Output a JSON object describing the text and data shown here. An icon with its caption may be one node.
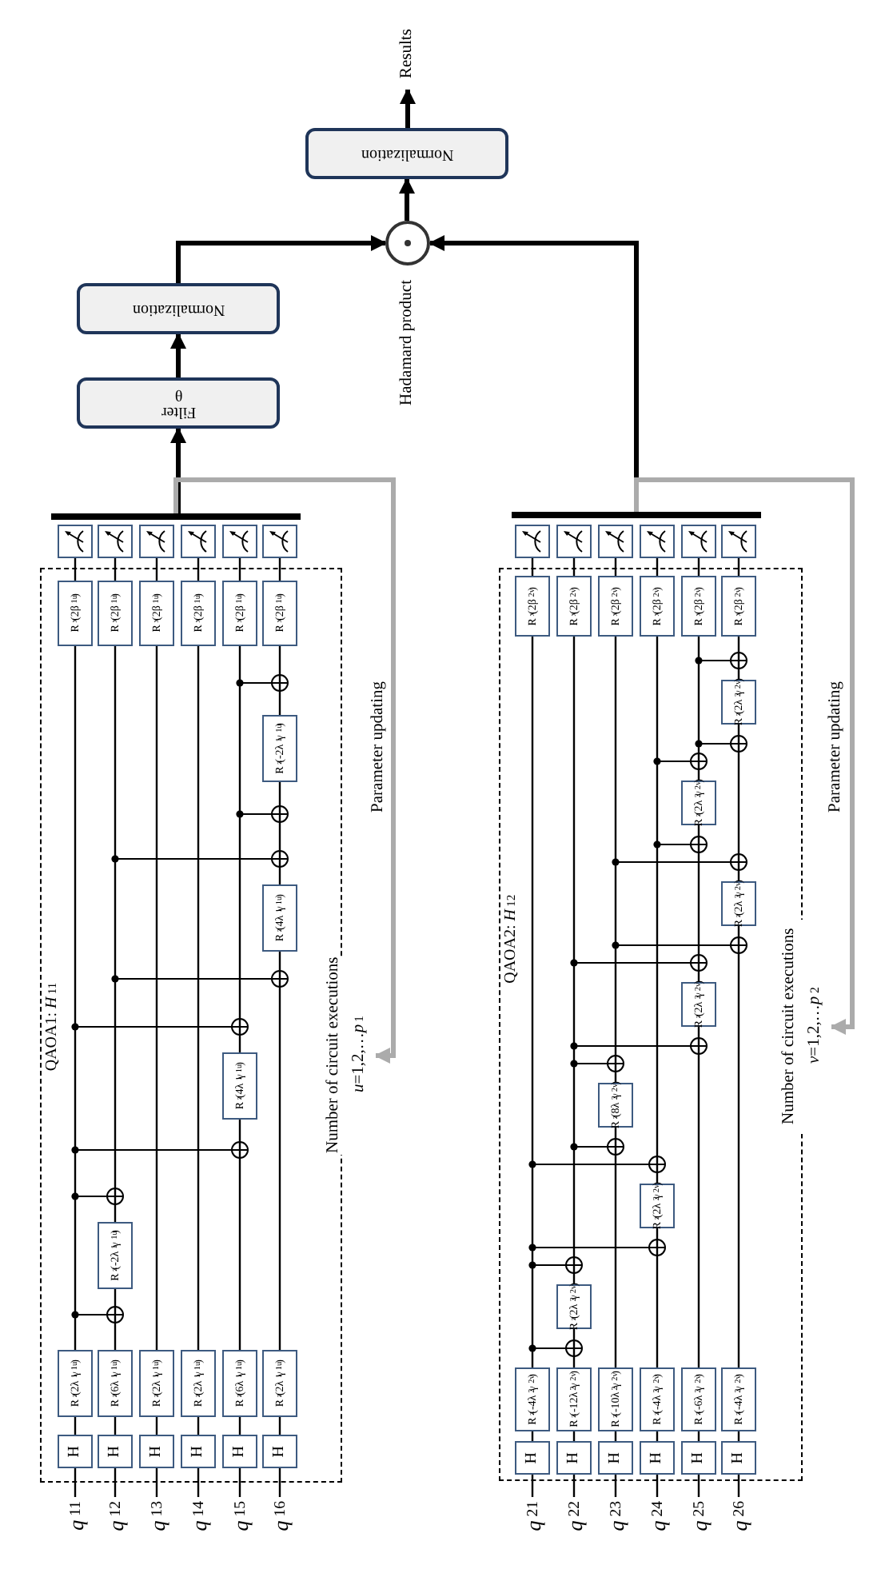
{
  "diagram": {
    "nodes": [
      {
        "text": [
          "QAOA1: *H*$_{11}$"
        ]
      },
      {
        "text": [
          "H"
        ],
        "in": 0
      },
      {
        "text": [
          "H"
        ],
        "in": 0
      },
      {
        "text": [
          "H"
        ],
        "in": 0
      },
      {
        "text": [
          "H"
        ],
        "in": 0
      },
      {
        "text": [
          "H"
        ],
        "in": 0
      },
      {
        "text": [
          "H"
        ],
        "in": 0
      },
      {
        "text": [
          "R$_{z}$(2λ$_{1}$γ$_{1u}$)"
        ],
        "in": 0
      },
      {
        "text": [
          "R$_{z}$(6λ$_{1}$γ$_{1u}$)"
        ],
        "in": 0
      },
      {
        "text": [
          "R$_{z}$(2λ$_{1}$γ$_{1u}$)"
        ],
        "in": 0
      },
      {
        "text": [
          "R$_{z}$(2λ$_{1}$γ$_{1u}$)"
        ],
        "in": 0
      },
      {
        "text": [
          "R$_{z}$(6λ$_{1}$γ$_{1u}$)"
        ],
        "in": 0
      },
      {
        "text": [
          "R$_{z}$(2λ$_{1}$γ$_{1u}$)"
        ],
        "in": 0
      },
      {
        "text": [
          "R$_{z}$(-2λ$_{1}$γ$_{1u}$)"
        ],
        "in": 0
      },
      {
        "text": [
          "R$_{z}$(4λ$_{1}$γ$_{1u}$)"
        ],
        "in": 0
      },
      {
        "text": [
          "R$_{z}$(4λ$_{1}$γ$_{1u}$)"
        ],
        "in": 0
      },
      {
        "text": [
          "R$_{z}$(-2λ$_{1}$γ$_{1u}$)"
        ],
        "in": 0
      },
      {
        "text": [
          "R$_{x}$(2β$_{1u}$)"
        ],
        "in": 0
      },
      {
        "text": [
          "R$_{x}$(2β$_{1u}$)"
        ],
        "in": 0
      },
      {
        "text": [
          "R$_{x}$(2β$_{1u}$)"
        ],
        "in": 0
      },
      {
        "text": [
          "R$_{x}$(2β$_{1u}$)"
        ],
        "in": 0
      },
      {
        "text": [
          "R$_{x}$(2β$_{1u}$)"
        ],
        "in": 0
      },
      {
        "text": [
          "R$_{x}$(2β$_{1u}$)"
        ],
        "in": 0
      },
      {
        "text": [],
        "shape": "box"
      },
      {
        "text": [],
        "shape": "box"
      },
      {
        "text": [],
        "shape": "box"
      },
      {
        "text": [],
        "shape": "box"
      },
      {
        "text": [],
        "shape": "box"
      },
      {
        "text": [],
        "shape": "box"
      },
      {
        "text": [],
        "shape": "bar"
      },
      {
        "text": [
          "Number of circuit executions",
          "*u*=1,2,…*p*$_{1}$"
        ]
      },
      {
        "text": [
          "QAOA2: *H*$_{12}$"
        ]
      },
      {
        "text": [
          "H"
        ],
        "in": 31
      },
      {
        "text": [
          "H"
        ],
        "in": 31
      },
      {
        "text": [
          "H"
        ],
        "in": 31
      },
      {
        "text": [
          "H"
        ],
        "in": 31
      },
      {
        "text": [
          "H"
        ],
        "in": 31
      },
      {
        "text": [
          "H"
        ],
        "in": 31
      },
      {
        "text": [
          "R$_{z}$(-4λ$_{2}$γ$_{2v}$)"
        ],
        "in": 31
      },
      {
        "text": [
          "R$_{z}$(-12λ$_{2}$γ$_{2v}$)"
        ],
        "in": 31
      },
      {
        "text": [
          "R$_{z}$(-10λ$_{2}$γ$_{2v}$)"
        ],
        "in": 31
      },
      {
        "text": [
          "R$_{z}$(-4λ$_{2}$γ$_{2v}$)"
        ],
        "in": 31
      },
      {
        "text": [
          "R$_{z}$(-6λ$_{2}$γ$_{2v}$)"
        ],
        "in": 31
      },
      {
        "text": [
          "R$_{z}$(-4λ$_{2}$γ$_{2v}$)"
        ],
        "in": 31
      },
      {
        "text": [
          "R$_{z}$(2λ$_{2}$γ$_{2v}$)"
        ],
        "in": 31
      },
      {
        "text": [
          "R$_{z}$(2λ$_{2}$γ$_{2v}$)"
        ],
        "in": 31
      },
      {
        "text": [
          "R$_{z}$(8λ$_{2}$γ$_{2v}$)"
        ],
        "in": 31
      },
      {
        "text": [
          "R$_{z}$(2λ$_{2}$γ$_{2v}$)"
        ],
        "in": 31
      },
      {
        "text": [
          "R$_{z}$(2λ$_{2}$γ$_{2v}$)"
        ],
        "in": 31
      },
      {
        "text": [
          "R$_{z}$(2λ$_{2}$γ$_{2v}$)"
        ],
        "in": 31
      },
      {
        "text": [
          "R$_{z}$(2λ$_{2}$γ$_{2v}$)"
        ],
        "in": 31
      },
      {
        "text": [
          "R$_{x}$(2β$_{2v}$)"
        ],
        "in": 31
      },
      {
        "text": [
          "R$_{x}$(2β$_{2v}$)"
        ],
        "in": 31
      },
      {
        "text": [
          "R$_{x}$(2β$_{2v}$)"
        ],
        "in": 31
      },
      {
        "text": [
          "R$_{x}$(2β$_{2v}$)"
        ],
        "in": 31
      },
      {
        "text": [
          "R$_{x}$(2β$_{2v}$)"
        ],
        "in": 31
      },
      {
        "text": [
          "R$_{x}$(2β$_{2v}$)"
        ],
        "in": 31
      },
      {
        "text": [],
        "shape": "box"
      },
      {
        "text": [],
        "shape": "box"
      },
      {
        "text": [],
        "shape": "box"
      },
      {
        "text": [],
        "shape": "box"
      },
      {
        "text": [],
        "shape": "box"
      },
      {
        "text": [],
        "shape": "box"
      },
      {
        "text": [],
        "shape": "bar"
      },
      {
        "text": [
          "Number of circuit executions",
          "*v*=1,2,…*p*$_{2}$"
        ]
      },
      {
        "text": [
          "Filter",
          "θ"
        ]
      },
      {
        "text": [
          "Normalization"
        ]
      },
      {
        "text": [],
        "shape": "circle",
        "beside": [
          "Hadamard product"
        ]
      },
      {
        "text": [
          "Normalization"
        ]
      },
      {
        "text": [
          "Results"
        ]
      },
      {
        "text": [
          "*q*$_{11}$"
        ]
      },
      {
        "text": [
          "*q*$_{12}$"
        ]
      },
      {
        "text": [
          "*q*$_{13}$"
        ]
      },
      {
        "text": [
          "*q*$_{14}$"
        ]
      },
      {
        "text": [
          "*q*$_{15}$"
        ]
      },
      {
        "text": [
          "*q*$_{16}$"
        ]
      },
      {
        "text": [
          "*q*$_{21}$"
        ]
      },
      {
        "text": [
          "*q*$_{22}$"
        ]
      },
      {
        "text": [
          "*q*$_{23}$"
        ]
      },
      {
        "text": [
          "*q*$_{24}$"
        ]
      },
      {
        "text": [
          "*q*$_{25}$"
        ]
      },
      {
        "text": [
          "*q*$_{26}$"
        ]
      }
    ],
    "edges": [
      {
        "from": 29,
        "to": 65,
        "arrow": "to",
        "style": "thick"
      },
      {
        "from": 29,
        "to": 30,
        "arrow": "to",
        "style": "thick",
        "color": "#ababab"
      },
      {
        "from": 63,
        "to": 67,
        "arrow": "to",
        "style": "thick"
      },
      {
        "from": 63,
        "to": 64,
        "arrow": "to",
        "style": "thick",
        "color": "#ababab"
      },
      {
        "from": 65,
        "to": 66,
        "arrow": "to",
        "style": "thick"
      },
      {
        "from": 66,
        "to": 67,
        "arrow": "to",
        "style": "thick"
      },
      {
        "from": 67,
        "to": 68,
        "arrow": "to",
        "style": "thick"
      },
      {
        "from": 68,
        "to": 69,
        "arrow": "to",
        "style": "thick"
      },
      {
        "from": 70,
        "to": 1,
        "arrow": "none"
      },
      {
        "from": 1,
        "to": 7,
        "arrow": "none"
      },
      {
        "from": 7,
        "to": 17,
        "arrow": "none"
      },
      {
        "from": 17,
        "to": 23,
        "arrow": "none"
      },
      {
        "from": 71,
        "to": 2,
        "arrow": "none"
      },
      {
        "from": 2,
        "to": 8,
        "arrow": "none"
      },
      {
        "from": 8,
        "to": 13,
        "arrow": "none"
      },
      {
        "from": 13,
        "to": 18,
        "arrow": "none"
      },
      {
        "from": 18,
        "to": 24,
        "arrow": "none"
      },
      {
        "from": 72,
        "to": 3,
        "arrow": "none"
      },
      {
        "from": 3,
        "to": 9,
        "arrow": "none"
      },
      {
        "from": 9,
        "to": 19,
        "arrow": "none"
      },
      {
        "from": 19,
        "to": 25,
        "arrow": "none"
      },
      {
        "from": 73,
        "to": 4,
        "arrow": "none"
      },
      {
        "from": 4,
        "to": 10,
        "arrow": "none"
      },
      {
        "from": 10,
        "to": 20,
        "arrow": "none"
      },
      {
        "from": 20,
        "to": 26,
        "arrow": "none"
      },
      {
        "from": 74,
        "to": 5,
        "arrow": "none"
      },
      {
        "from": 5,
        "to": 11,
        "arrow": "none"
      },
      {
        "from": 11,
        "to": 14,
        "arrow": "none"
      },
      {
        "from": 14,
        "to": 21,
        "arrow": "none"
      },
      {
        "from": 21,
        "to": 27,
        "arrow": "none"
      },
      {
        "from": 75,
        "to": 6,
        "arrow": "none"
      },
      {
        "from": 6,
        "to": 12,
        "arrow": "none"
      },
      {
        "from": 12,
        "to": 15,
        "arrow": "none"
      },
      {
        "from": 15,
        "to": 16,
        "arrow": "none"
      },
      {
        "from": 16,
        "to": 22,
        "arrow": "none"
      },
      {
        "from": 22,
        "to": 28,
        "arrow": "none"
      },
      {
        "from": 76,
        "to": 32,
        "arrow": "none"
      },
      {
        "from": 32,
        "to": 38,
        "arrow": "none"
      },
      {
        "from": 38,
        "to": 51,
        "arrow": "none"
      },
      {
        "from": 51,
        "to": 57,
        "arrow": "none"
      },
      {
        "from": 77,
        "to": 33,
        "arrow": "none"
      },
      {
        "from": 33,
        "to": 39,
        "arrow": "none"
      },
      {
        "from": 39,
        "to": 44,
        "arrow": "none"
      },
      {
        "from": 44,
        "to": 52,
        "arrow": "none"
      },
      {
        "from": 52,
        "to": 58,
        "arrow": "none"
      },
      {
        "from": 78,
        "to": 34,
        "arrow": "none"
      },
      {
        "from": 34,
        "to": 40,
        "arrow": "none"
      },
      {
        "from": 40,
        "to": 46,
        "arrow": "none"
      },
      {
        "from": 46,
        "to": 53,
        "arrow": "none"
      },
      {
        "from": 53,
        "to": 59,
        "arrow": "none"
      },
      {
        "from": 79,
        "to": 35,
        "arrow": "none"
      },
      {
        "from": 35,
        "to": 41,
        "arrow": "none"
      },
      {
        "from": 41,
        "to": 45,
        "arrow": "none"
      },
      {
        "from": 45,
        "to": 54,
        "arrow": "none"
      },
      {
        "from": 54,
        "to": 60,
        "arrow": "none"
      },
      {
        "from": 80,
        "to": 36,
        "arrow": "none"
      },
      {
        "from": 36,
        "to": 42,
        "arrow": "none"
      },
      {
        "from": 42,
        "to": 47,
        "arrow": "none"
      },
      {
        "from": 47,
        "to": 49,
        "arrow": "none"
      },
      {
        "from": 49,
        "to": 55,
        "arrow": "none"
      },
      {
        "from": 55,
        "to": 61,
        "arrow": "none"
      },
      {
        "from": 81,
        "to": 37,
        "arrow": "none"
      },
      {
        "from": 37,
        "to": 43,
        "arrow": "none"
      },
      {
        "from": 43,
        "to": 48,
        "arrow": "none"
      },
      {
        "from": 48,
        "to": 50,
        "arrow": "none"
      },
      {
        "from": 50,
        "to": 56,
        "arrow": "none"
      },
      {
        "from": 56,
        "to": 62,
        "arrow": "none"
      }
    ],
    "labels": [
      "Parameter updating",
      "Parameter updating"
    ]
  }
}
